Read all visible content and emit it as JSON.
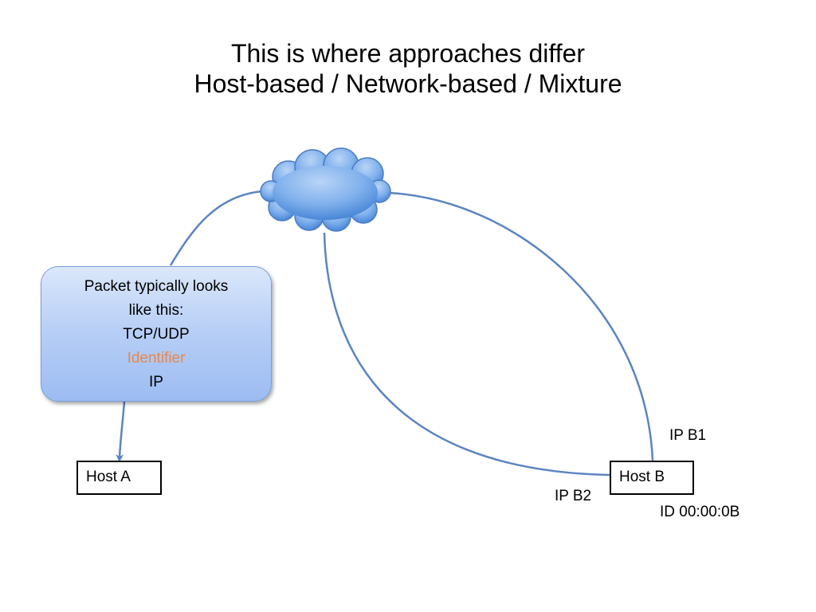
{
  "title": {
    "line1": "This is where approaches differ",
    "line2": "Host-based / Network-based / Mixture"
  },
  "network": {
    "icon": "cloud-icon",
    "cloud_color": "#4a86d8",
    "link_color": "#5b84c0"
  },
  "callout": {
    "lines": [
      "Packet typically looks",
      "like this:",
      "TCP/UDP",
      "Identifier",
      "IP"
    ],
    "highlight_color": "#e8874a"
  },
  "host_a": {
    "label": "Host A"
  },
  "host_b": {
    "label": "Host B",
    "ip_1": "IP B1",
    "ip_2": "IP B2",
    "id": "ID 00:00:0B"
  }
}
